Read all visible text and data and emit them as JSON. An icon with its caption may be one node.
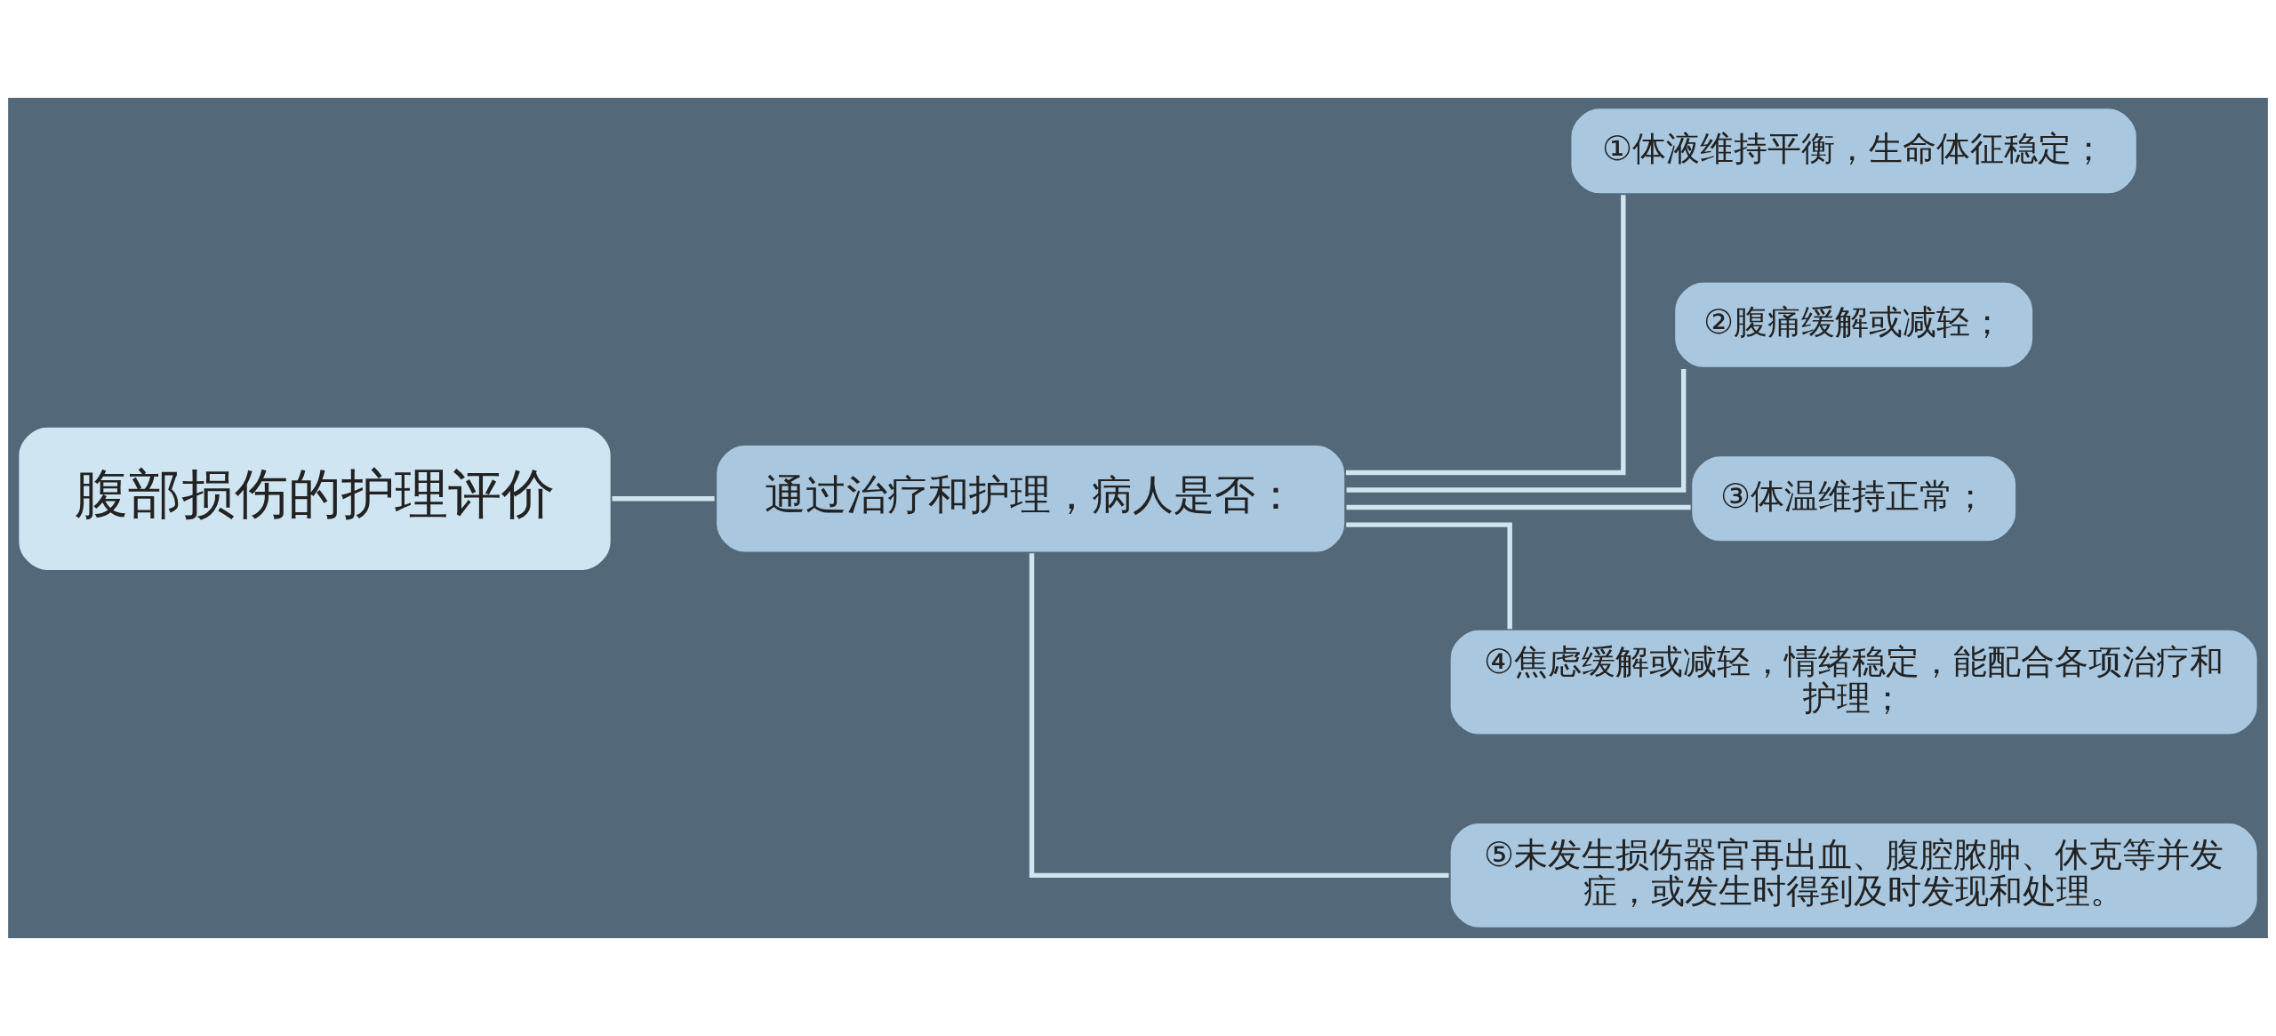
{
  "diagram": {
    "nodes": [
      {
        "text": [
          "腹部损伤的护理评价"
        ]
      },
      {
        "text": [
          "通过治疗和护理，病人是否："
        ]
      },
      {
        "text": [
          "①体液维持平衡，生命体征稳定；"
        ]
      },
      {
        "text": [
          "②腹痛缓解或减轻；"
        ]
      },
      {
        "text": [
          "③体温维持正常；"
        ]
      },
      {
        "text": [
          "④焦虑缓解或减轻，情绪稳定，能配合各项治疗和护理；"
        ]
      },
      {
        "text": [
          "⑤未发生损伤器官再出血、腹腔脓肿、休克等并发症，或发生时得到及时发现和处理。"
        ]
      }
    ],
    "edges": [
      {
        "from": 0,
        "to": 1,
        "arrow": "none"
      },
      {
        "from": 1,
        "to": 2,
        "arrow": "none"
      },
      {
        "from": 1,
        "to": 3,
        "arrow": "none"
      },
      {
        "from": 1,
        "to": 4,
        "arrow": "none"
      },
      {
        "from": 1,
        "to": 5,
        "arrow": "none"
      },
      {
        "from": 1,
        "to": 6,
        "arrow": "none"
      }
    ]
  }
}
